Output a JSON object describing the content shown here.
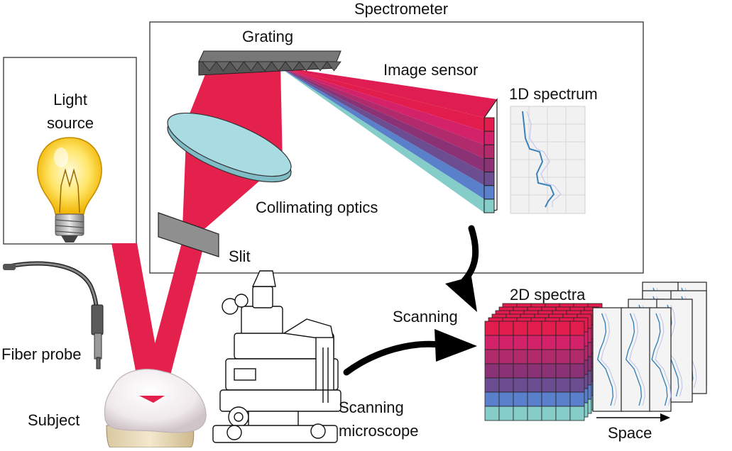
{
  "labels": {
    "spectrometer": "Spectrometer",
    "grating": "Grating",
    "image_sensor": "Image sensor",
    "spectrum_1d": "1D spectrum",
    "light_source_line1": "Light",
    "light_source_line2": "source",
    "collimating_optics": "Collimating optics",
    "slit": "Slit",
    "fiber_probe": "Fiber probe",
    "subject": "Subject",
    "scanning": "Scanning",
    "scanning_microscope_line1": "Scanning",
    "scanning_microscope_line2": "microscope",
    "spectra_2d": "2D spectra",
    "space": "Space"
  },
  "colors": {
    "beam": "#e4204c",
    "lens": "#a9dbe2",
    "spectrum_bands": [
      "#e21d4e",
      "#d4226a",
      "#b02a6c",
      "#8b3176",
      "#6c4d92",
      "#5a7fcb",
      "#85cdc9"
    ],
    "spectrum_line": "#3a82b8",
    "spectrum_band_fill": "#b9c2ec"
  }
}
